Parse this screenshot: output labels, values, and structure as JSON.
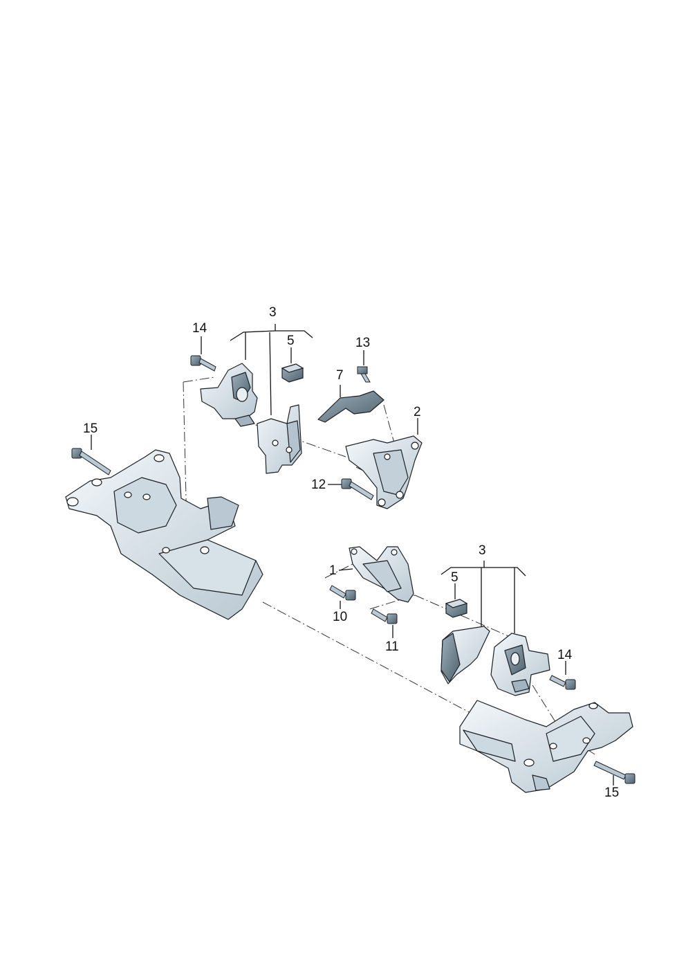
{
  "diagram": {
    "callouts": {
      "c3_top": "3",
      "c14_top": "14",
      "c5_top": "5",
      "c13": "13",
      "c7": "7",
      "c2": "2",
      "c15_left": "15",
      "c12": "12",
      "c1": "1",
      "c3_bottom": "3",
      "c5_bottom": "5",
      "c10": "10",
      "c11": "11",
      "c14_bottom": "14",
      "c15_right": "15"
    },
    "colors": {
      "part_fill": "#e6eef3",
      "part_shade": "#b8c7d1",
      "part_dark": "#5b6d79",
      "line": "#1b1f23"
    }
  }
}
